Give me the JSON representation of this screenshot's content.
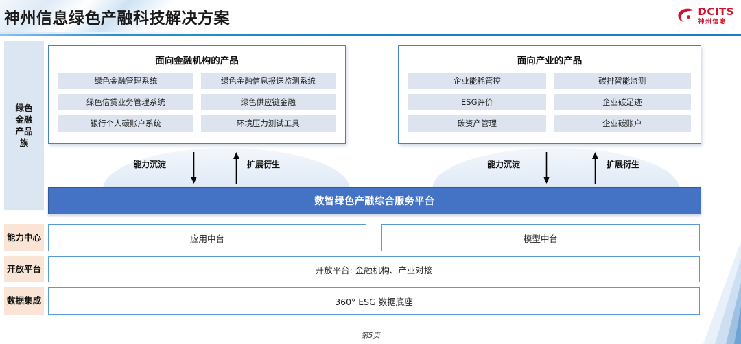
{
  "header": {
    "title": "神州信息绿色产融科技解决方案",
    "logo": {
      "en": "DCITS",
      "cn": "神州信息",
      "mark": "swoosh-icon",
      "color": "#d3132b"
    }
  },
  "family_label": "绿色金融产品族",
  "panels": [
    {
      "title": "面向金融机构的产品",
      "items": [
        "绿色金融管理系统",
        "绿色金融信息报送监测系统",
        "绿色信贷业务管理系统",
        "绿色供应链金融",
        "银行个人碳账户系统",
        "环境压力测试工具"
      ]
    },
    {
      "title": "面向产业的产品",
      "items": [
        "企业能耗管控",
        "碳排智能监测",
        "ESG评价",
        "企业碳足迹",
        "碳资产管理",
        "企业碳账户"
      ]
    }
  ],
  "flows": [
    {
      "down_label": "能力沉淀",
      "up_label": "扩展衍生"
    },
    {
      "down_label": "能力沉淀",
      "up_label": "扩展衍生"
    }
  ],
  "platform": {
    "title": "数智绿色产融综合服务平台",
    "color": "#4472c4"
  },
  "layers": [
    {
      "label": "能力中心",
      "boxes": [
        "应用中台",
        "模型中台"
      ]
    },
    {
      "label": "开放平台",
      "boxes": [
        "开放平台: 金融机构、产业对接"
      ]
    },
    {
      "label": "数据集成",
      "boxes": [
        "360° ESG 数据底座"
      ]
    }
  ],
  "footer": "第5页"
}
